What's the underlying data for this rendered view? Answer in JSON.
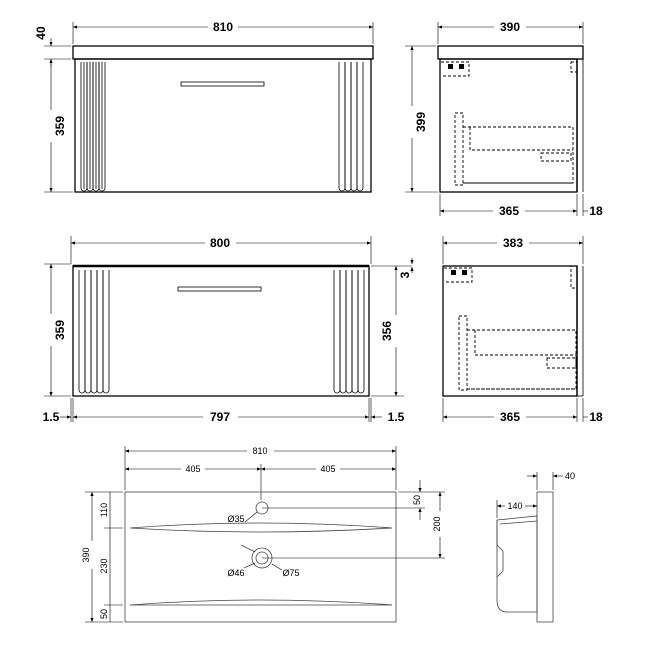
{
  "top_front": {
    "width": "810",
    "top_thickness": "40",
    "height": "359"
  },
  "top_side": {
    "depth": "390",
    "height": "399",
    "body_depth": "365",
    "door_thickness": "18"
  },
  "mid_front": {
    "width": "800",
    "gap": "3",
    "height_left": "359",
    "height_right": "356",
    "side_gap_left": "1.5",
    "door_width": "797",
    "side_gap_right": "1.5"
  },
  "mid_side": {
    "depth": "383",
    "body_depth": "365",
    "door_thickness": "18"
  },
  "basin_plan": {
    "width": "810",
    "half_left": "405",
    "half_right": "405",
    "depth": "390",
    "tap_offset": "110",
    "bowl_depth": "230",
    "front_edge": "50",
    "tap_from_back": "50",
    "waste_from_back": "200",
    "tap_hole": "Ø35",
    "waste_hole": "Ø46",
    "waste_outer": "Ø75"
  },
  "basin_section": {
    "thickness": "40",
    "upstand": "140"
  }
}
